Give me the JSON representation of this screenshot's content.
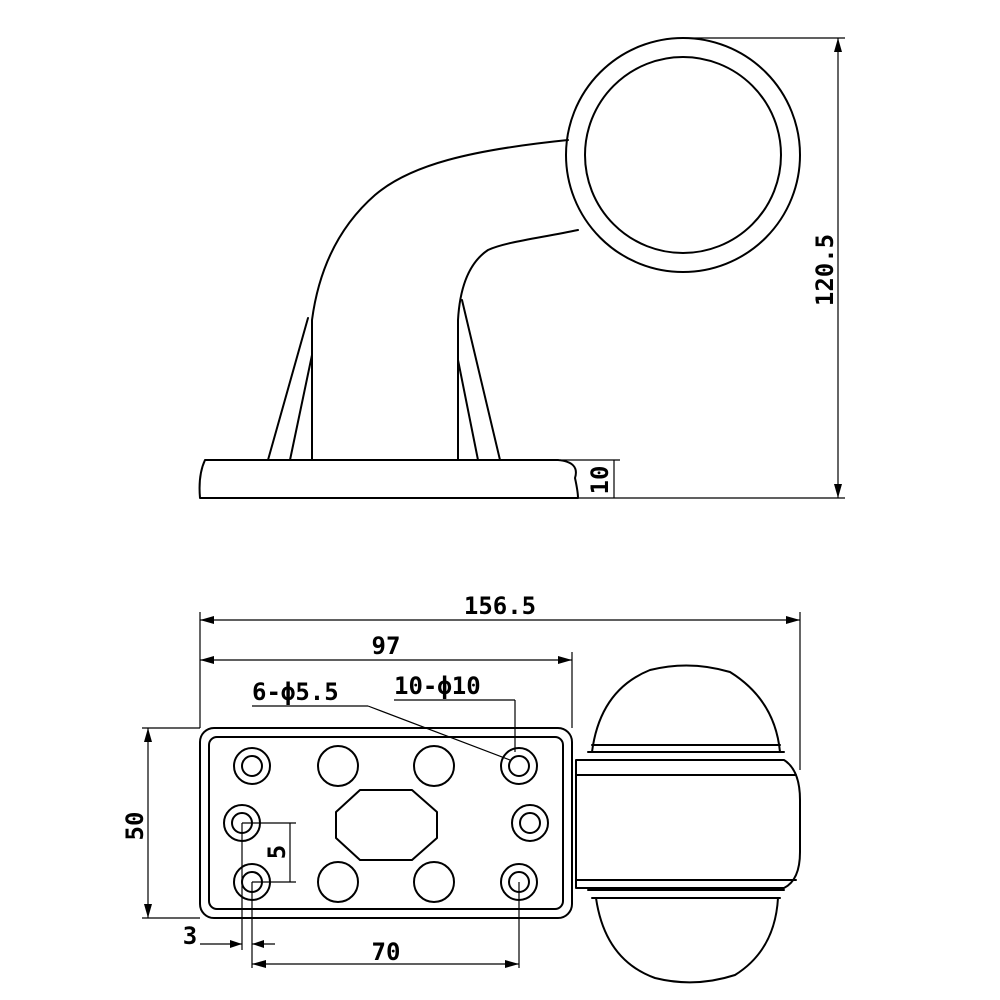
{
  "dimensions": {
    "height_total": "120.5",
    "base_thickness": "10",
    "overall_length": "156.5",
    "base_length": "97",
    "hole_small": "6-ϕ5.5",
    "hole_large": "10-ϕ10",
    "width_base": "50",
    "hole_offset_vertical": "5",
    "hole_offset_edge": "3",
    "hole_spacing": "70"
  }
}
